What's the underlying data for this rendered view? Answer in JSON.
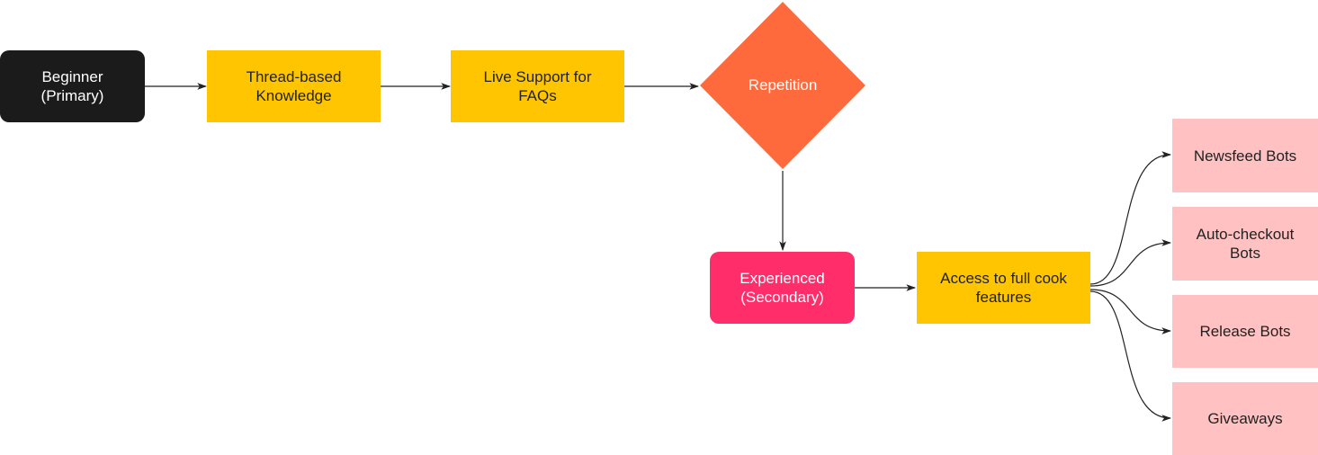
{
  "diagram": {
    "colors": {
      "primary_node": "#1b1b1b",
      "process_node": "#ffc500",
      "decision_node": "#ff6a3d",
      "secondary_node": "#ff2d6a",
      "bot_node": "#ffc1c1",
      "edge": "#222222"
    },
    "nodes": {
      "beginner": "Beginner\n(Primary)",
      "thread_knowledge": "Thread-based\nKnowledge",
      "live_support": "Live Support for\nFAQs",
      "repetition": "Repetition",
      "experienced": "Experienced\n(Secondary)",
      "full_cook_access": "Access to full cook\nfeatures",
      "newsfeed_bots": "Newsfeed Bots",
      "autocheckout_bots": "Auto-checkout\nBots",
      "release_bots": "Release Bots",
      "giveaways": "Giveaways"
    },
    "edges": [
      {
        "from": "beginner",
        "to": "thread_knowledge"
      },
      {
        "from": "thread_knowledge",
        "to": "live_support"
      },
      {
        "from": "live_support",
        "to": "repetition"
      },
      {
        "from": "repetition",
        "to": "experienced"
      },
      {
        "from": "experienced",
        "to": "full_cook_access"
      },
      {
        "from": "full_cook_access",
        "to": "newsfeed_bots"
      },
      {
        "from": "full_cook_access",
        "to": "autocheckout_bots"
      },
      {
        "from": "full_cook_access",
        "to": "release_bots"
      },
      {
        "from": "full_cook_access",
        "to": "giveaways"
      }
    ]
  }
}
